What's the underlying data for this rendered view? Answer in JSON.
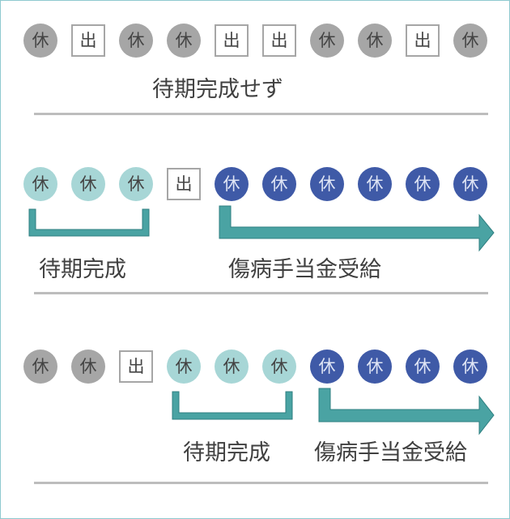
{
  "rows": [
    {
      "cells": [
        {
          "kind": "rest",
          "text": "休"
        },
        {
          "kind": "work",
          "text": "出"
        },
        {
          "kind": "rest",
          "text": "休"
        },
        {
          "kind": "rest",
          "text": "休"
        },
        {
          "kind": "work",
          "text": "出"
        },
        {
          "kind": "work",
          "text": "出"
        },
        {
          "kind": "rest",
          "text": "休"
        },
        {
          "kind": "rest",
          "text": "休"
        },
        {
          "kind": "work",
          "text": "出"
        },
        {
          "kind": "rest",
          "text": "休"
        }
      ],
      "caption": "待期完成せず"
    },
    {
      "cells": [
        {
          "kind": "waiting",
          "text": "休"
        },
        {
          "kind": "waiting",
          "text": "休"
        },
        {
          "kind": "waiting",
          "text": "休"
        },
        {
          "kind": "work",
          "text": "出"
        },
        {
          "kind": "benefit",
          "text": "休"
        },
        {
          "kind": "benefit",
          "text": "休"
        },
        {
          "kind": "benefit",
          "text": "休"
        },
        {
          "kind": "benefit",
          "text": "休"
        },
        {
          "kind": "benefit",
          "text": "休"
        },
        {
          "kind": "benefit",
          "text": "休"
        }
      ],
      "waiting_label": "待期完成",
      "benefit_label": "傷病手当金受給"
    },
    {
      "cells": [
        {
          "kind": "rest",
          "text": "休"
        },
        {
          "kind": "rest",
          "text": "休"
        },
        {
          "kind": "work",
          "text": "出"
        },
        {
          "kind": "waiting",
          "text": "休"
        },
        {
          "kind": "waiting",
          "text": "休"
        },
        {
          "kind": "waiting",
          "text": "休"
        },
        {
          "kind": "benefit",
          "text": "休"
        },
        {
          "kind": "benefit",
          "text": "休"
        },
        {
          "kind": "benefit",
          "text": "休"
        },
        {
          "kind": "benefit",
          "text": "休"
        }
      ],
      "waiting_label": "待期完成",
      "benefit_label": "傷病手当金受給"
    }
  ],
  "colors": {
    "rest": "#a6a6a6",
    "waiting": "#a7d6d6",
    "benefit": "#3f5aa7",
    "bracket": "#4aa3a3",
    "separator": "#bdbdbd"
  }
}
